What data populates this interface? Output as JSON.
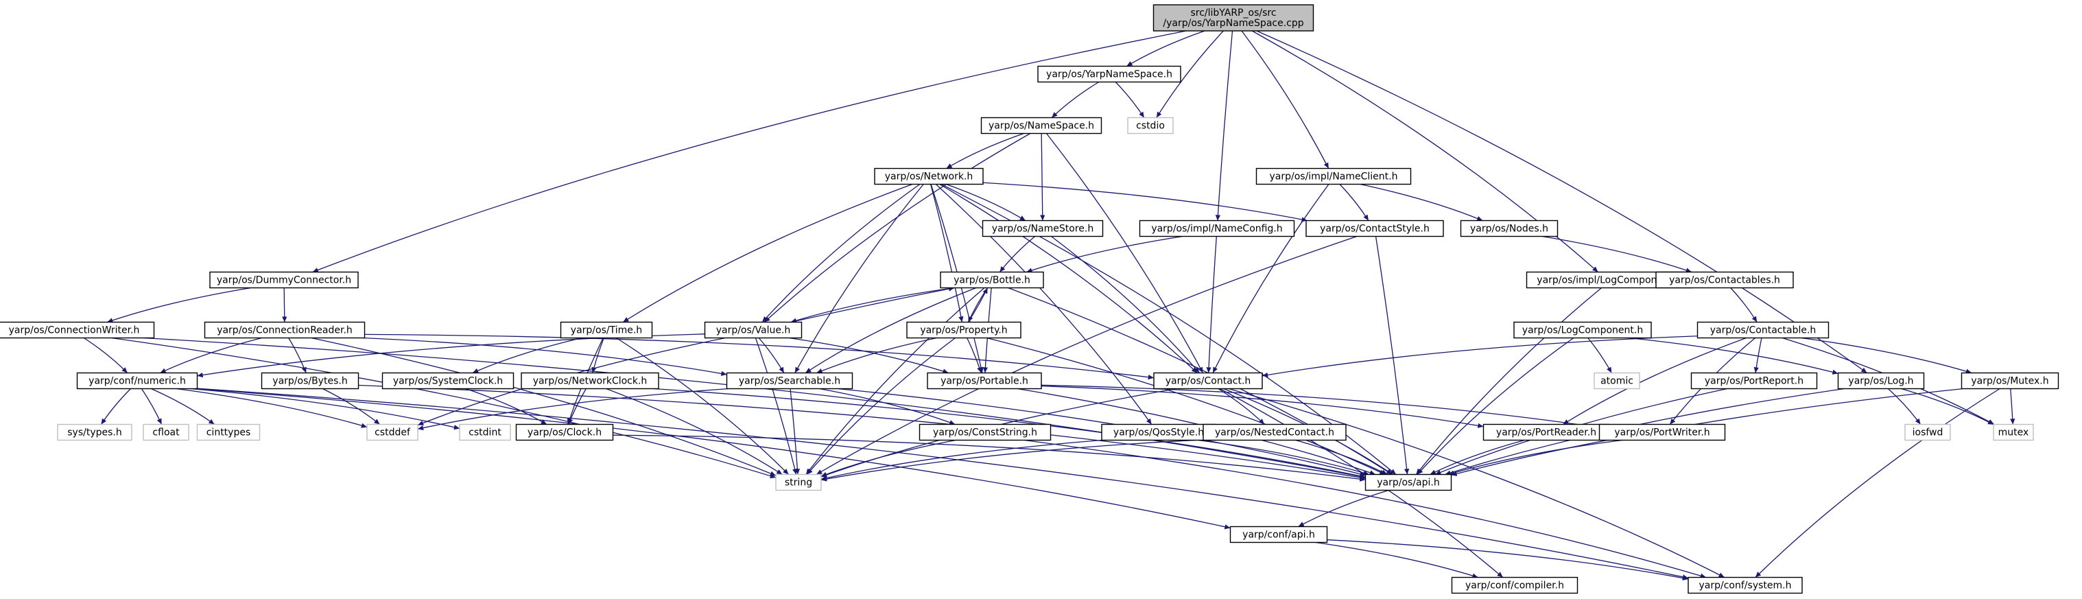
{
  "edge_color": "#191970",
  "root_fill": "#bfbfbf",
  "external_border": "#bfbfbf",
  "nodes": [
    {
      "id": "root",
      "kind": "root",
      "lines": [
        "src/libYARP_os/src",
        "/yarp/os/YarpNameSpace.cpp"
      ]
    },
    {
      "id": "yns",
      "kind": "normal",
      "lines": [
        "yarp/os/YarpNameSpace.h"
      ]
    },
    {
      "id": "cstdio",
      "kind": "ext",
      "lines": [
        "cstdio"
      ]
    },
    {
      "id": "ns",
      "kind": "normal",
      "lines": [
        "yarp/os/NameSpace.h"
      ]
    },
    {
      "id": "net",
      "kind": "normal",
      "lines": [
        "yarp/os/Network.h"
      ]
    },
    {
      "id": "nclient",
      "kind": "normal",
      "lines": [
        "yarp/os/impl/NameClient.h"
      ]
    },
    {
      "id": "nstore",
      "kind": "normal",
      "lines": [
        "yarp/os/NameStore.h"
      ]
    },
    {
      "id": "nconfig",
      "kind": "normal",
      "lines": [
        "yarp/os/impl/NameConfig.h"
      ]
    },
    {
      "id": "cstyle",
      "kind": "normal",
      "lines": [
        "yarp/os/ContactStyle.h"
      ]
    },
    {
      "id": "nodes",
      "kind": "normal",
      "lines": [
        "yarp/os/Nodes.h"
      ]
    },
    {
      "id": "dummy",
      "kind": "normal",
      "lines": [
        "yarp/os/DummyConnector.h"
      ]
    },
    {
      "id": "bottle",
      "kind": "normal",
      "lines": [
        "yarp/os/Bottle.h"
      ]
    },
    {
      "id": "ilogc",
      "kind": "normal",
      "lines": [
        "yarp/os/impl/LogComponent.h"
      ]
    },
    {
      "id": "ctables",
      "kind": "normal",
      "lines": [
        "yarp/os/Contactables.h"
      ]
    },
    {
      "id": "cwriter",
      "kind": "normal",
      "lines": [
        "yarp/os/ConnectionWriter.h"
      ]
    },
    {
      "id": "creader",
      "kind": "normal",
      "lines": [
        "yarp/os/ConnectionReader.h"
      ]
    },
    {
      "id": "time",
      "kind": "normal",
      "lines": [
        "yarp/os/Time.h"
      ]
    },
    {
      "id": "value",
      "kind": "normal",
      "lines": [
        "yarp/os/Value.h"
      ]
    },
    {
      "id": "prop",
      "kind": "normal",
      "lines": [
        "yarp/os/Property.h"
      ]
    },
    {
      "id": "logc",
      "kind": "normal",
      "lines": [
        "yarp/os/LogComponent.h"
      ]
    },
    {
      "id": "ctable",
      "kind": "normal",
      "lines": [
        "yarp/os/Contactable.h"
      ]
    },
    {
      "id": "numeric",
      "kind": "normal",
      "lines": [
        "yarp/conf/numeric.h"
      ]
    },
    {
      "id": "bytes",
      "kind": "normal",
      "lines": [
        "yarp/os/Bytes.h"
      ]
    },
    {
      "id": "sysclock",
      "kind": "normal",
      "lines": [
        "yarp/os/SystemClock.h"
      ]
    },
    {
      "id": "netclock",
      "kind": "normal",
      "lines": [
        "yarp/os/NetworkClock.h"
      ]
    },
    {
      "id": "search",
      "kind": "normal",
      "lines": [
        "yarp/os/Searchable.h"
      ]
    },
    {
      "id": "portable",
      "kind": "normal",
      "lines": [
        "yarp/os/Portable.h"
      ]
    },
    {
      "id": "contact",
      "kind": "normal",
      "lines": [
        "yarp/os/Contact.h"
      ]
    },
    {
      "id": "atomic",
      "kind": "ext",
      "lines": [
        "atomic"
      ]
    },
    {
      "id": "preport",
      "kind": "normal",
      "lines": [
        "yarp/os/PortReport.h"
      ]
    },
    {
      "id": "log",
      "kind": "normal",
      "lines": [
        "yarp/os/Log.h"
      ]
    },
    {
      "id": "mutexh",
      "kind": "normal",
      "lines": [
        "yarp/os/Mutex.h"
      ]
    },
    {
      "id": "systypes",
      "kind": "ext",
      "lines": [
        "sys/types.h"
      ]
    },
    {
      "id": "cfloat",
      "kind": "ext",
      "lines": [
        "cfloat"
      ]
    },
    {
      "id": "cinttypes",
      "kind": "ext",
      "lines": [
        "cinttypes"
      ]
    },
    {
      "id": "cstddef",
      "kind": "ext",
      "lines": [
        "cstddef"
      ]
    },
    {
      "id": "clock",
      "kind": "normal",
      "lines": [
        "yarp/os/Clock.h"
      ]
    },
    {
      "id": "cstdint",
      "kind": "ext",
      "lines": [
        "cstdint"
      ]
    },
    {
      "id": "cstring",
      "kind": "normal",
      "lines": [
        "yarp/os/ConstString.h"
      ]
    },
    {
      "id": "qos",
      "kind": "normal",
      "lines": [
        "yarp/os/QosStyle.h"
      ]
    },
    {
      "id": "ncontact",
      "kind": "normal",
      "lines": [
        "yarp/os/NestedContact.h"
      ]
    },
    {
      "id": "preader",
      "kind": "normal",
      "lines": [
        "yarp/os/PortReader.h"
      ]
    },
    {
      "id": "pwriter",
      "kind": "normal",
      "lines": [
        "yarp/os/PortWriter.h"
      ]
    },
    {
      "id": "iosfwd",
      "kind": "ext",
      "lines": [
        "iosfwd"
      ]
    },
    {
      "id": "mutex",
      "kind": "ext",
      "lines": [
        "mutex"
      ]
    },
    {
      "id": "string",
      "kind": "ext",
      "lines": [
        "string"
      ]
    },
    {
      "id": "api",
      "kind": "normal",
      "lines": [
        "yarp/os/api.h"
      ]
    },
    {
      "id": "confapi",
      "kind": "normal",
      "lines": [
        "yarp/conf/api.h"
      ]
    },
    {
      "id": "compiler",
      "kind": "normal",
      "lines": [
        "yarp/conf/compiler.h"
      ]
    },
    {
      "id": "system",
      "kind": "normal",
      "lines": [
        "yarp/conf/system.h"
      ]
    }
  ],
  "edges": [
    [
      "root",
      "yns"
    ],
    [
      "root",
      "cstdio"
    ],
    [
      "root",
      "nclient"
    ],
    [
      "root",
      "nconfig"
    ],
    [
      "root",
      "dummy"
    ],
    [
      "root",
      "ilogc"
    ],
    [
      "root",
      "log"
    ],
    [
      "yns",
      "ns"
    ],
    [
      "yns",
      "cstdio"
    ],
    [
      "ns",
      "net"
    ],
    [
      "ns",
      "nstore"
    ],
    [
      "ns",
      "value"
    ],
    [
      "ns",
      "contact"
    ],
    [
      "net",
      "nstore"
    ],
    [
      "net",
      "time"
    ],
    [
      "net",
      "value"
    ],
    [
      "net",
      "prop"
    ],
    [
      "net",
      "portable"
    ],
    [
      "net",
      "contact"
    ],
    [
      "net",
      "cstyle"
    ],
    [
      "net",
      "search"
    ],
    [
      "net",
      "qos"
    ],
    [
      "net",
      "api"
    ],
    [
      "nclient",
      "contact"
    ],
    [
      "nclient",
      "cstyle"
    ],
    [
      "nclient",
      "nodes"
    ],
    [
      "nconfig",
      "bottle"
    ],
    [
      "nconfig",
      "contact"
    ],
    [
      "nstore",
      "bottle"
    ],
    [
      "nstore",
      "contact"
    ],
    [
      "cstyle",
      "api"
    ],
    [
      "cstyle",
      "string"
    ],
    [
      "nodes",
      "ctables"
    ],
    [
      "dummy",
      "cwriter"
    ],
    [
      "dummy",
      "creader"
    ],
    [
      "bottle",
      "value"
    ],
    [
      "bottle",
      "prop"
    ],
    [
      "bottle",
      "search"
    ],
    [
      "bottle",
      "portable"
    ],
    [
      "bottle",
      "string"
    ],
    [
      "bottle",
      "api"
    ],
    [
      "value",
      "bottle"
    ],
    [
      "value",
      "search"
    ],
    [
      "value",
      "portable"
    ],
    [
      "value",
      "numeric"
    ],
    [
      "value",
      "string"
    ],
    [
      "value",
      "cstddef"
    ],
    [
      "prop",
      "bottle"
    ],
    [
      "prop",
      "search"
    ],
    [
      "prop",
      "portable"
    ],
    [
      "prop",
      "string"
    ],
    [
      "prop",
      "api"
    ],
    [
      "ilogc",
      "api"
    ],
    [
      "ctables",
      "ctable"
    ],
    [
      "cwriter",
      "numeric"
    ],
    [
      "cwriter",
      "string"
    ],
    [
      "cwriter",
      "api"
    ],
    [
      "creader",
      "numeric"
    ],
    [
      "creader",
      "bytes"
    ],
    [
      "creader",
      "search"
    ],
    [
      "creader",
      "contact"
    ],
    [
      "creader",
      "string"
    ],
    [
      "time",
      "sysclock"
    ],
    [
      "time",
      "netclock"
    ],
    [
      "time",
      "clock"
    ],
    [
      "time",
      "string"
    ],
    [
      "logc",
      "log"
    ],
    [
      "logc",
      "atomic"
    ],
    [
      "logc",
      "api"
    ],
    [
      "ctable",
      "contact"
    ],
    [
      "ctable",
      "preport"
    ],
    [
      "ctable",
      "preader"
    ],
    [
      "ctable",
      "pwriter"
    ],
    [
      "ctable",
      "mutexh"
    ],
    [
      "ctable",
      "mutex"
    ],
    [
      "numeric",
      "systypes"
    ],
    [
      "numeric",
      "cfloat"
    ],
    [
      "numeric",
      "cinttypes"
    ],
    [
      "numeric",
      "cstddef"
    ],
    [
      "numeric",
      "cstdint"
    ],
    [
      "numeric",
      "confapi"
    ],
    [
      "numeric",
      "system"
    ],
    [
      "bytes",
      "cstddef"
    ],
    [
      "bytes",
      "api"
    ],
    [
      "sysclock",
      "clock"
    ],
    [
      "netclock",
      "clock"
    ],
    [
      "netclock",
      "string"
    ],
    [
      "netclock",
      "api"
    ],
    [
      "clock",
      "api"
    ],
    [
      "search",
      "cstring"
    ],
    [
      "search",
      "string"
    ],
    [
      "search",
      "api"
    ],
    [
      "search",
      "cstddef"
    ],
    [
      "portable",
      "preader"
    ],
    [
      "portable",
      "pwriter"
    ],
    [
      "portable",
      "api"
    ],
    [
      "contact",
      "ncontact"
    ],
    [
      "contact",
      "api"
    ],
    [
      "contact",
      "string"
    ],
    [
      "contact",
      "system"
    ],
    [
      "contact",
      "compiler"
    ],
    [
      "preport",
      "api"
    ],
    [
      "log",
      "api"
    ],
    [
      "log",
      "iosfwd"
    ],
    [
      "log",
      "mutex"
    ],
    [
      "mutexh",
      "api"
    ],
    [
      "mutexh",
      "mutex"
    ],
    [
      "mutexh",
      "system"
    ],
    [
      "cstring",
      "string"
    ],
    [
      "cstring",
      "system"
    ],
    [
      "qos",
      "api"
    ],
    [
      "qos",
      "string"
    ],
    [
      "ncontact",
      "api"
    ],
    [
      "ncontact",
      "string"
    ],
    [
      "preader",
      "api"
    ],
    [
      "pwriter",
      "api"
    ],
    [
      "api",
      "confapi"
    ],
    [
      "confapi",
      "compiler"
    ],
    [
      "confapi",
      "system"
    ]
  ]
}
